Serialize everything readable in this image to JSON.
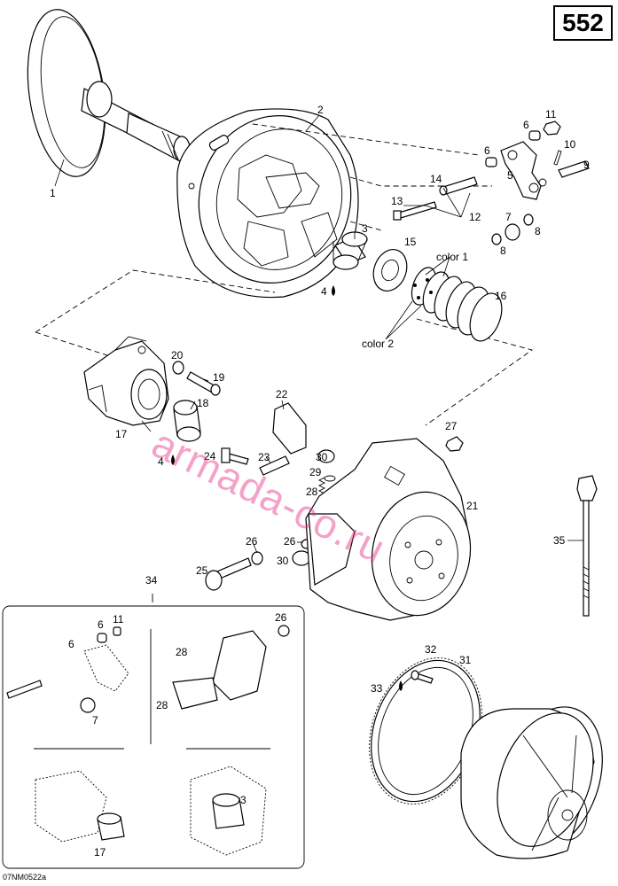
{
  "page_number": "552",
  "reference_code": "07NM0522a",
  "watermark": "armada-co.ru",
  "callouts": [
    {
      "id": "c1",
      "text": "1"
    },
    {
      "id": "c2",
      "text": "2"
    },
    {
      "id": "c3",
      "text": "3"
    },
    {
      "id": "c4a",
      "text": "4"
    },
    {
      "id": "c5",
      "text": "5"
    },
    {
      "id": "c6a",
      "text": "6"
    },
    {
      "id": "c6b",
      "text": "6"
    },
    {
      "id": "c7",
      "text": "7"
    },
    {
      "id": "c8a",
      "text": "8"
    },
    {
      "id": "c8b",
      "text": "8"
    },
    {
      "id": "c9",
      "text": "9"
    },
    {
      "id": "c10",
      "text": "10"
    },
    {
      "id": "c11",
      "text": "11"
    },
    {
      "id": "c12",
      "text": "12"
    },
    {
      "id": "c13",
      "text": "13"
    },
    {
      "id": "c14",
      "text": "14"
    },
    {
      "id": "c15",
      "text": "15"
    },
    {
      "id": "c16",
      "text": "16"
    },
    {
      "id": "c17",
      "text": "17"
    },
    {
      "id": "c18",
      "text": "18"
    },
    {
      "id": "c19",
      "text": "19"
    },
    {
      "id": "c20",
      "text": "20"
    },
    {
      "id": "c21",
      "text": "21"
    },
    {
      "id": "c22",
      "text": "22"
    },
    {
      "id": "c23",
      "text": "23"
    },
    {
      "id": "c24",
      "text": "24"
    },
    {
      "id": "c25",
      "text": "25"
    },
    {
      "id": "c26a",
      "text": "26"
    },
    {
      "id": "c26b",
      "text": "26"
    },
    {
      "id": "c27",
      "text": "27"
    },
    {
      "id": "c28",
      "text": "28"
    },
    {
      "id": "c29",
      "text": "29"
    },
    {
      "id": "c30a",
      "text": "30"
    },
    {
      "id": "c30b",
      "text": "30"
    },
    {
      "id": "c31",
      "text": "31"
    },
    {
      "id": "c32",
      "text": "32"
    },
    {
      "id": "c33",
      "text": "33"
    },
    {
      "id": "c34",
      "text": "34"
    },
    {
      "id": "c35",
      "text": "35"
    },
    {
      "id": "c4b",
      "text": "4"
    },
    {
      "id": "color1",
      "text": "color 1"
    },
    {
      "id": "color2",
      "text": "color 2"
    },
    {
      "id": "i6a",
      "text": "6"
    },
    {
      "id": "i11",
      "text": "11"
    },
    {
      "id": "i6b",
      "text": "6"
    },
    {
      "id": "i7",
      "text": "7"
    },
    {
      "id": "i26",
      "text": "26"
    },
    {
      "id": "i28a",
      "text": "28"
    },
    {
      "id": "i28b",
      "text": "28"
    },
    {
      "id": "i17",
      "text": "17"
    },
    {
      "id": "i3",
      "text": "3"
    }
  ]
}
